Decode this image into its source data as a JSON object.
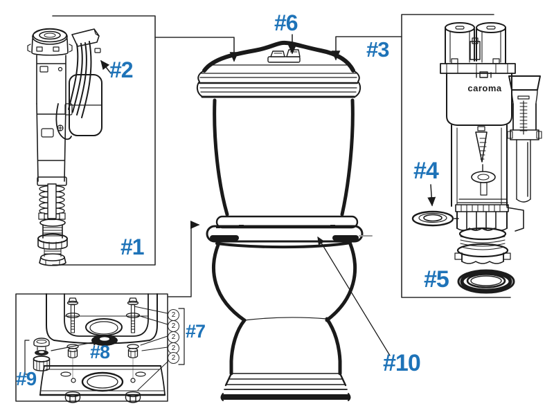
{
  "diagram": {
    "brand": "caroma",
    "labels": {
      "l1": "#1",
      "l2": "#2",
      "l3": "#3",
      "l4": "#4",
      "l5": "#5",
      "l6": "#6",
      "l7": "#7",
      "l8": "#8",
      "l9": "#9",
      "l10": "#10"
    },
    "callouts": [
      "2",
      "2",
      "2",
      "2",
      "2"
    ],
    "colors": {
      "label": "#1e73b8",
      "line": "#1a1a1a",
      "background": "#ffffff"
    }
  }
}
